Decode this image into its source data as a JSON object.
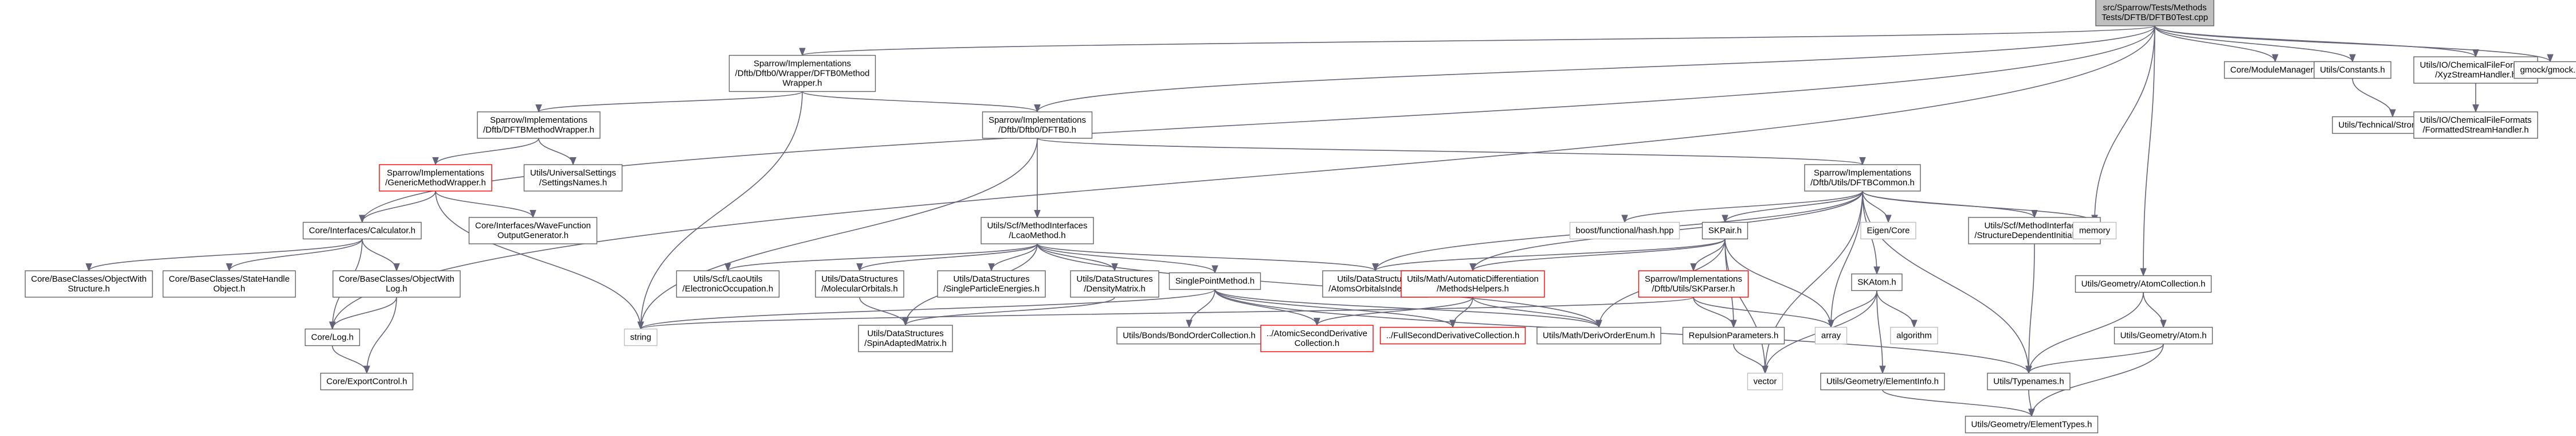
{
  "colors": {
    "node_border": "#636363",
    "highlight_border": "#ff0000",
    "root_fill": "#bfbfbf",
    "edge": "#63637a"
  },
  "nodes": [
    {
      "id": "root",
      "lines": [
        "src/Sparrow/Tests/Methods",
        "Tests/DFTB/DFTB0Test.cpp"
      ],
      "style": "root"
    },
    {
      "id": "wrapper_h",
      "lines": [
        "Sparrow/Implementations",
        "/Dftb/Dftb0/Wrapper/DFTB0Method",
        "Wrapper.h"
      ]
    },
    {
      "id": "dftb0_h",
      "lines": [
        "Sparrow/Implementations",
        "/Dftb/Dftb0/DFTB0.h"
      ]
    },
    {
      "id": "dftbmethodwrapper_h",
      "lines": [
        "Sparrow/Implementations",
        "/Dftb/DFTBMethodWrapper.h"
      ]
    },
    {
      "id": "genericmethodwrapper_h",
      "lines": [
        "Sparrow/Implementations",
        "/GenericMethodWrapper.h"
      ],
      "style": "highlight"
    },
    {
      "id": "settingsnames_h",
      "lines": [
        "Utils/UniversalSettings",
        "/SettingsNames.h"
      ]
    },
    {
      "id": "calculator_h",
      "lines": [
        "Core/Interfaces/Calculator.h"
      ]
    },
    {
      "id": "wavefunction_h",
      "lines": [
        "Core/Interfaces/WaveFunction",
        "OutputGenerator.h"
      ]
    },
    {
      "id": "objectwithstructure_h",
      "lines": [
        "Core/BaseClasses/ObjectWith",
        "Structure.h"
      ]
    },
    {
      "id": "statehandle_h",
      "lines": [
        "Core/BaseClasses/StateHandle",
        "Object.h"
      ]
    },
    {
      "id": "objectwithlog_h",
      "lines": [
        "Core/BaseClasses/ObjectWith",
        "Log.h"
      ]
    },
    {
      "id": "log_h",
      "lines": [
        "Core/Log.h"
      ]
    },
    {
      "id": "exportcontrol_h",
      "lines": [
        "Core/ExportControl.h"
      ]
    },
    {
      "id": "string",
      "lines": [
        "string"
      ],
      "style": "plain"
    },
    {
      "id": "lcaomethod_h",
      "lines": [
        "Utils/Scf/MethodInterfaces",
        "/LcaoMethod.h"
      ]
    },
    {
      "id": "electronicocc_h",
      "lines": [
        "Utils/Scf/LcaoUtils",
        "/ElectronicOccupation.h"
      ]
    },
    {
      "id": "molecularorbitals_h",
      "lines": [
        "Utils/DataStructures",
        "/MolecularOrbitals.h"
      ]
    },
    {
      "id": "singleparticle_h",
      "lines": [
        "Utils/DataStructures",
        "/SingleParticleEnergies.h"
      ]
    },
    {
      "id": "densitymatrix_h",
      "lines": [
        "Utils/DataStructures",
        "/DensityMatrix.h"
      ]
    },
    {
      "id": "atomsorbitals_h",
      "lines": [
        "Utils/DataStructures",
        "/AtomsOrbitalsIndexes.h"
      ]
    },
    {
      "id": "spinadapted_h",
      "lines": [
        "Utils/DataStructures",
        "/SpinAdaptedMatrix.h"
      ]
    },
    {
      "id": "singlepoint_h",
      "lines": [
        "SinglePointMethod.h"
      ]
    },
    {
      "id": "bondorder_h",
      "lines": [
        "Utils/Bonds/BondOrderCollection.h"
      ]
    },
    {
      "id": "atomicsecond_h",
      "lines": [
        "../AtomicSecondDerivative",
        "Collection.h"
      ],
      "style": "highlight"
    },
    {
      "id": "fullsecond_h",
      "lines": [
        "../FullSecondDerivativeCollection.h"
      ],
      "style": "highlight"
    },
    {
      "id": "autodiff_h",
      "lines": [
        "Utils/Math/AutomaticDifferentiation",
        "/MethodsHelpers.h"
      ],
      "style": "highlight"
    },
    {
      "id": "derivorder_h",
      "lines": [
        "Utils/Math/DerivOrderEnum.h"
      ]
    },
    {
      "id": "dftbcommon_h",
      "lines": [
        "Sparrow/Implementations",
        "/Dftb/Utils/DFTBCommon.h"
      ]
    },
    {
      "id": "functional_hash",
      "lines": [
        "boost/functional/hash.hpp"
      ],
      "style": "plain"
    },
    {
      "id": "skpair_h",
      "lines": [
        "SKPair.h"
      ]
    },
    {
      "id": "skparser_h",
      "lines": [
        "Sparrow/Implementations",
        "/Dftb/Utils/SKParser.h"
      ],
      "style": "highlight"
    },
    {
      "id": "repulsion_h",
      "lines": [
        "RepulsionParameters.h"
      ]
    },
    {
      "id": "eigencore",
      "lines": [
        "Eigen/Core"
      ],
      "style": "plain"
    },
    {
      "id": "skatom_h",
      "lines": [
        "SKAtom.h"
      ]
    },
    {
      "id": "algorithm",
      "lines": [
        "algorithm"
      ],
      "style": "plain"
    },
    {
      "id": "array",
      "lines": [
        "array"
      ],
      "style": "plain"
    },
    {
      "id": "vector",
      "lines": [
        "vector"
      ],
      "style": "plain"
    },
    {
      "id": "structuredep_h",
      "lines": [
        "Utils/Scf/MethodInterfaces",
        "/StructureDependentInitializer.h"
      ]
    },
    {
      "id": "memory",
      "lines": [
        "memory"
      ],
      "style": "plain"
    },
    {
      "id": "typenames_h",
      "lines": [
        "Utils/Typenames.h"
      ]
    },
    {
      "id": "elementinfo_h",
      "lines": [
        "Utils/Geometry/ElementInfo.h"
      ]
    },
    {
      "id": "elementtypes_h",
      "lines": [
        "Utils/Geometry/ElementTypes.h"
      ]
    },
    {
      "id": "modulemanager_h",
      "lines": [
        "Core/ModuleManager.h"
      ]
    },
    {
      "id": "constants_h",
      "lines": [
        "Utils/Constants.h"
      ]
    },
    {
      "id": "strongtype_h",
      "lines": [
        "Utils/Technical/StrongType.h"
      ]
    },
    {
      "id": "xyzstream_h",
      "lines": [
        "Utils/IO/ChemicalFileFormats",
        "/XyzStreamHandler.h"
      ]
    },
    {
      "id": "formattedstream_h",
      "lines": [
        "Utils/IO/ChemicalFileFormats",
        "/FormattedStreamHandler.h"
      ]
    },
    {
      "id": "gmock_h",
      "lines": [
        "gmock/gmock.h"
      ]
    },
    {
      "id": "atomcollection_h",
      "lines": [
        "Utils/Geometry/AtomCollection.h"
      ]
    },
    {
      "id": "atom_h",
      "lines": [
        "Utils/Geometry/Atom.h"
      ]
    }
  ],
  "edges": [
    [
      "root",
      "wrapper_h"
    ],
    [
      "root",
      "dftb0_h"
    ],
    [
      "root",
      "calculator_h"
    ],
    [
      "root",
      "log_h"
    ],
    [
      "root",
      "modulemanager_h"
    ],
    [
      "root",
      "constants_h"
    ],
    [
      "root",
      "xyzstream_h"
    ],
    [
      "root",
      "gmock_h"
    ],
    [
      "root",
      "atomcollection_h"
    ],
    [
      "root",
      "memory"
    ],
    [
      "wrapper_h",
      "dftbmethodwrapper_h"
    ],
    [
      "wrapper_h",
      "dftb0_h"
    ],
    [
      "wrapper_h",
      "string"
    ],
    [
      "dftbmethodwrapper_h",
      "genericmethodwrapper_h"
    ],
    [
      "dftbmethodwrapper_h",
      "settingsnames_h"
    ],
    [
      "genericmethodwrapper_h",
      "calculator_h"
    ],
    [
      "genericmethodwrapper_h",
      "wavefunction_h"
    ],
    [
      "genericmethodwrapper_h",
      "string"
    ],
    [
      "calculator_h",
      "objectwithstructure_h"
    ],
    [
      "calculator_h",
      "statehandle_h"
    ],
    [
      "calculator_h",
      "objectwithlog_h"
    ],
    [
      "calculator_h",
      "log_h"
    ],
    [
      "objectwithlog_h",
      "log_h"
    ],
    [
      "objectwithlog_h",
      "exportcontrol_h"
    ],
    [
      "log_h",
      "exportcontrol_h"
    ],
    [
      "dftb0_h",
      "lcaomethod_h"
    ],
    [
      "dftb0_h",
      "dftbcommon_h"
    ],
    [
      "dftb0_h",
      "string"
    ],
    [
      "lcaomethod_h",
      "electronicocc_h"
    ],
    [
      "lcaomethod_h",
      "molecularorbitals_h"
    ],
    [
      "lcaomethod_h",
      "singleparticle_h"
    ],
    [
      "lcaomethod_h",
      "densitymatrix_h"
    ],
    [
      "lcaomethod_h",
      "atomsorbitals_h"
    ],
    [
      "lcaomethod_h",
      "spinadapted_h"
    ],
    [
      "lcaomethod_h",
      "singlepoint_h"
    ],
    [
      "lcaomethod_h",
      "derivorder_h"
    ],
    [
      "molecularorbitals_h",
      "spinadapted_h"
    ],
    [
      "densitymatrix_h",
      "spinadapted_h"
    ],
    [
      "singlepoint_h",
      "bondorder_h"
    ],
    [
      "singlepoint_h",
      "atomicsecond_h"
    ],
    [
      "singlepoint_h",
      "fullsecond_h"
    ],
    [
      "singlepoint_h",
      "derivorder_h"
    ],
    [
      "singlepoint_h",
      "typenames_h"
    ],
    [
      "singlepoint_h",
      "string"
    ],
    [
      "dftbcommon_h",
      "functional_hash"
    ],
    [
      "dftbcommon_h",
      "skpair_h"
    ],
    [
      "dftbcommon_h",
      "eigencore"
    ],
    [
      "dftbcommon_h",
      "skatom_h"
    ],
    [
      "dftbcommon_h",
      "structuredep_h"
    ],
    [
      "dftbcommon_h",
      "memory"
    ],
    [
      "dftbcommon_h",
      "atomsorbitals_h"
    ],
    [
      "dftbcommon_h",
      "array"
    ],
    [
      "dftbcommon_h",
      "vector"
    ],
    [
      "dftbcommon_h",
      "typenames_h"
    ],
    [
      "dftbcommon_h",
      "autodiff_h"
    ],
    [
      "skpair_h",
      "skparser_h"
    ],
    [
      "skpair_h",
      "repulsion_h"
    ],
    [
      "skpair_h",
      "autodiff_h"
    ],
    [
      "skpair_h",
      "array"
    ],
    [
      "skpair_h",
      "vector"
    ],
    [
      "skpair_h",
      "derivorder_h"
    ],
    [
      "skpair_h",
      "atomsorbitals_h"
    ],
    [
      "skparser_h",
      "repulsion_h"
    ],
    [
      "skparser_h",
      "string"
    ],
    [
      "skparser_h",
      "array"
    ],
    [
      "autodiff_h",
      "atomicsecond_h"
    ],
    [
      "autodiff_h",
      "fullsecond_h"
    ],
    [
      "autodiff_h",
      "derivorder_h"
    ],
    [
      "repulsion_h",
      "vector"
    ],
    [
      "skatom_h",
      "algorithm"
    ],
    [
      "skatom_h",
      "array"
    ],
    [
      "skatom_h",
      "vector"
    ],
    [
      "skatom_h",
      "elementinfo_h"
    ],
    [
      "structuredep_h",
      "typenames_h"
    ],
    [
      "elementinfo_h",
      "elementtypes_h"
    ],
    [
      "typenames_h",
      "elementtypes_h"
    ],
    [
      "constants_h",
      "strongtype_h"
    ],
    [
      "xyzstream_h",
      "formattedstream_h"
    ],
    [
      "atomcollection_h",
      "atom_h"
    ],
    [
      "atomcollection_h",
      "typenames_h"
    ],
    [
      "atom_h",
      "typenames_h"
    ],
    [
      "atom_h",
      "elementtypes_h"
    ]
  ]
}
